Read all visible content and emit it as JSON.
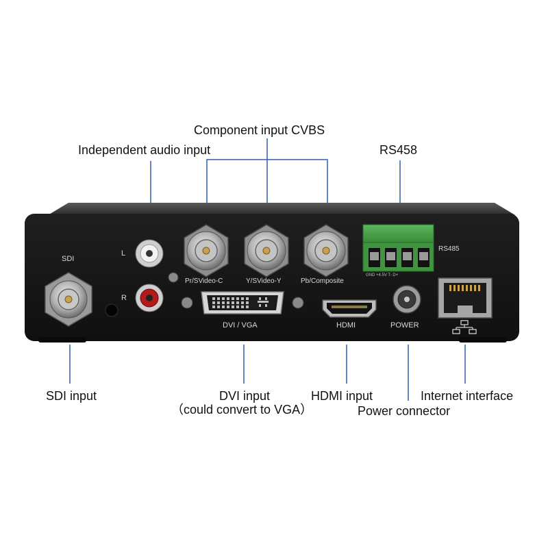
{
  "callouts": {
    "component_cvbs": "Component input  CVBS",
    "independent_audio": "Independent audio input",
    "rs458": "RS458",
    "sdi_input": "SDI input",
    "dvi_input": "DVI input",
    "dvi_note": "（could convert to VGA）",
    "hdmi_input": "HDMI input",
    "power_connector": "Power connector",
    "internet_interface": "Internet interface"
  },
  "panel": {
    "sdi": "SDI",
    "audio_l": "L",
    "audio_r": "R",
    "bnc_1": "Pr/SVideo-C",
    "bnc_2": "Y/SVideo-Y",
    "bnc_3": "Pb/Composite",
    "rs485": "RS485",
    "terminal_pins": "GND  +4.5V  T-  D+",
    "dvi_vga": "DVI / VGA",
    "hdmi": "HDMI",
    "power": "POWER"
  },
  "colors": {
    "leader_line": "#2f5fb3",
    "device_body": "#1a1a1a",
    "terminal_block": "#4aa04a"
  }
}
